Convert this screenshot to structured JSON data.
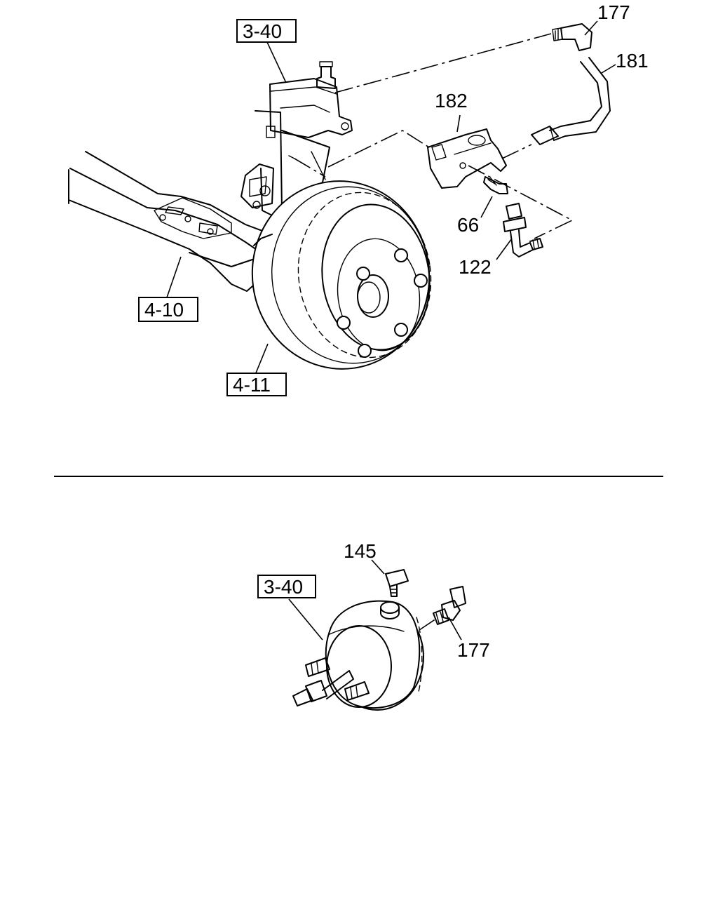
{
  "top_view": {
    "callouts": {
      "c177": "177",
      "c181": "181",
      "c182": "182",
      "c66": "66",
      "c122": "122"
    },
    "boxed_refs": {
      "ref_3_40": "3-40",
      "ref_4_10": "4-10",
      "ref_4_11": "4-11"
    }
  },
  "bottom_view": {
    "callouts": {
      "c145": "145",
      "c177": "177"
    },
    "boxed_refs": {
      "ref_3_40": "3-40"
    }
  }
}
